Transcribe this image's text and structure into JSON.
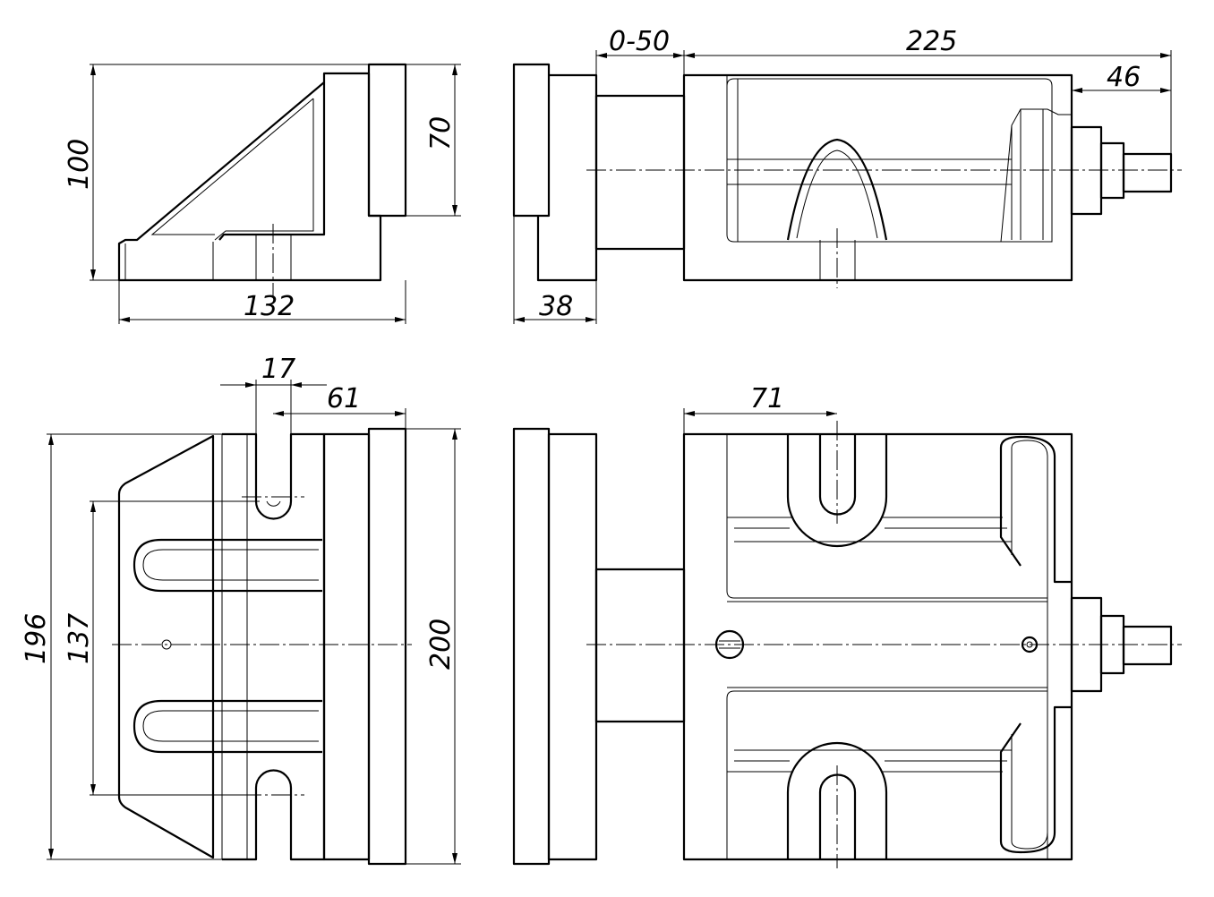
{
  "drawing": {
    "title": "Angle machine vise — orthographic views",
    "line_color": "#000000",
    "background": "#ffffff"
  },
  "dimensions": {
    "side_height": "100",
    "jaw_height": "70",
    "side_length": "132",
    "jaw_opening": "0-50",
    "body_length": "225",
    "screw_end": "46",
    "jaw_width": "38",
    "slot_width": "17",
    "slot_offset": "61",
    "plan_width": "196",
    "slot_spacing": "137",
    "jaw_length": "200",
    "slot_position": "71"
  }
}
